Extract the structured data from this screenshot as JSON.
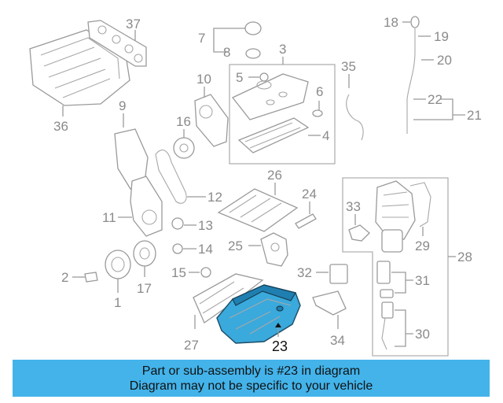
{
  "diagram": {
    "callouts": {
      "c2": "2",
      "c3": "3",
      "c4": "4",
      "c5": "5",
      "c6": "6",
      "c7": "7",
      "c8": "8",
      "c9": "9",
      "c10": "10",
      "c11": "11",
      "c12": "12",
      "c13": "13",
      "c14": "14",
      "c15": "15",
      "c16": "16",
      "c17": "17",
      "c18": "18",
      "c19": "19",
      "c20": "20",
      "c21": "21",
      "c22": "22",
      "c23": "23",
      "c24": "24",
      "c25": "25",
      "c26": "26",
      "c27": "27",
      "c28": "28",
      "c29": "29",
      "c30": "30",
      "c31": "31",
      "c32": "32",
      "c33": "33",
      "c34": "34",
      "c35": "35",
      "c36": "36",
      "c37": "37",
      "c1": "1"
    },
    "highlight_color": "#3aa9dc"
  },
  "banner": {
    "line1": "Part or sub-assembly is #23 in diagram",
    "line2": "Diagram may not be specific to your vehicle",
    "color": "#43b3ea"
  }
}
